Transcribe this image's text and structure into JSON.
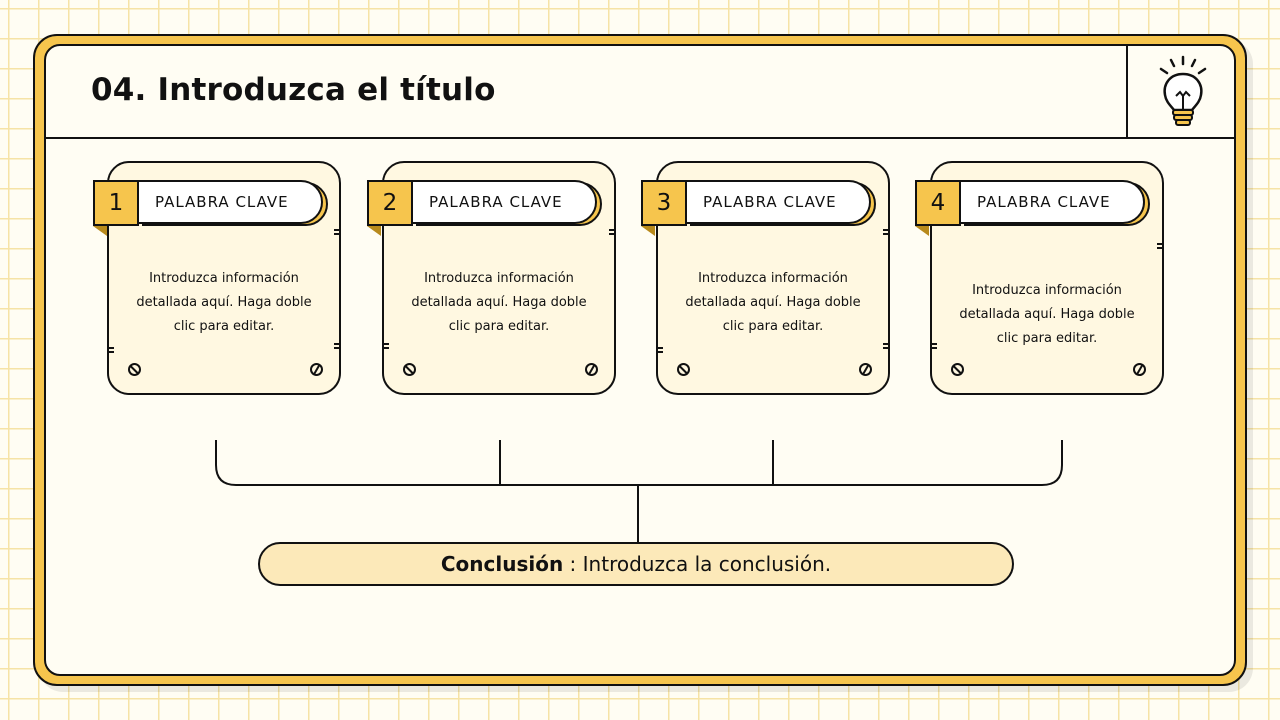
{
  "header": {
    "title": "04. Introduzca el título",
    "icon": "lightbulb-icon"
  },
  "cards": [
    {
      "number": "1",
      "keyword": "PALABRA CLAVE",
      "description": "Introduzca información detallada aquí. Haga doble clic para editar."
    },
    {
      "number": "2",
      "keyword": "PALABRA CLAVE",
      "description": "Introduzca información detallada aquí. Haga doble clic para editar."
    },
    {
      "number": "3",
      "keyword": "PALABRA CLAVE",
      "description": "Introduzca información detallada aquí. Haga doble clic para editar."
    },
    {
      "number": "4",
      "keyword": "PALABRA CLAVE",
      "description": "Introduzca información detallada aquí. Haga doble clic para editar."
    }
  ],
  "conclusion": {
    "label": "Conclusión",
    "separator": " : ",
    "text": "Introduzca la conclusión."
  },
  "colors": {
    "accent": "#f6c54d",
    "outline": "#111111",
    "card_fill": "#fff8e1",
    "conclusion_fill": "#fce9b9",
    "grid": "#f6e3a6"
  }
}
